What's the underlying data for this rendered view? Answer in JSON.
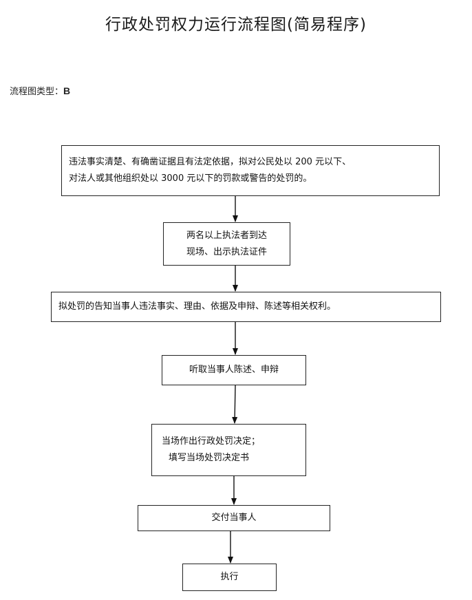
{
  "title": "行政处罚权力运行流程图(简易程序)",
  "flow_type": {
    "label": "流程图类型：",
    "value": "B"
  },
  "steps": [
    {
      "lines": [
        "违法事实清楚、有确凿证据且有法定依据，拟对公民处以 200 元以下、",
        "对法人或其他组织处以 3000 元以下的罚款或警告的处罚的。"
      ]
    },
    {
      "lines": [
        "两名以上执法者到达",
        "现场、出示执法证件"
      ]
    },
    {
      "lines": [
        "拟处罚的告知当事人违法事实、理由、依据及申辩、陈述等相关权利。"
      ]
    },
    {
      "lines": [
        "听取当事人陈述、申辩"
      ]
    },
    {
      "lines": [
        "当场作出行政处罚决定；",
        "填写当场处罚决定书"
      ]
    },
    {
      "lines": [
        "交付当事人"
      ]
    },
    {
      "lines": [
        "执行"
      ]
    }
  ]
}
